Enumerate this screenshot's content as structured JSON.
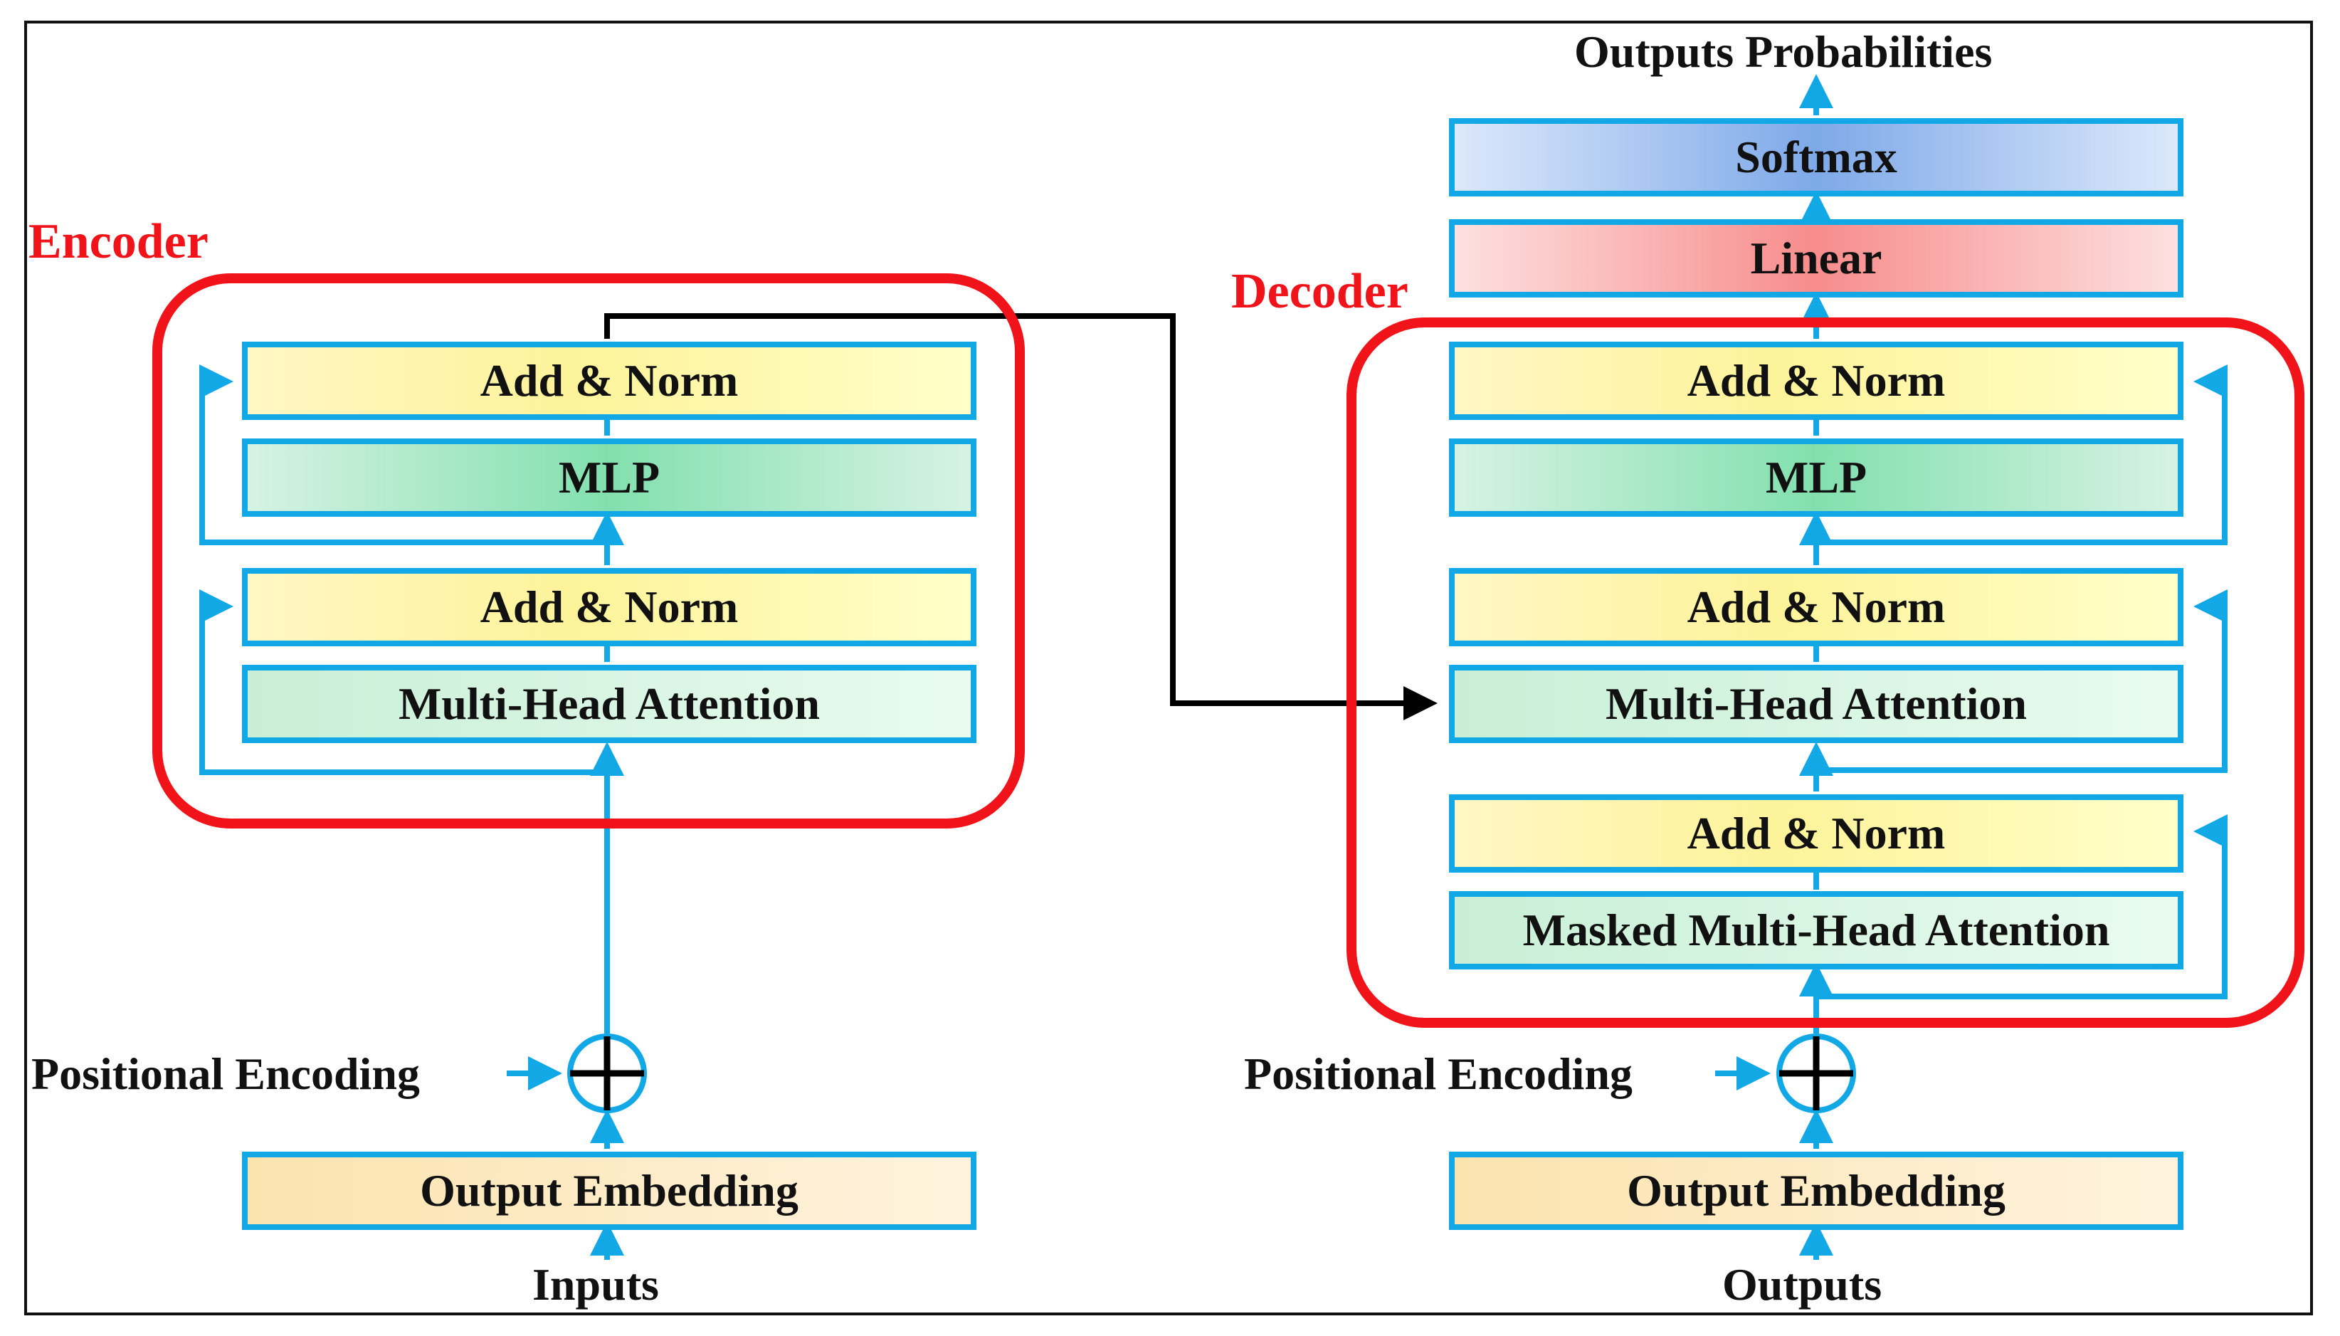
{
  "encoder": {
    "title": "Encoder",
    "add_norm_top": "Add & Norm",
    "mlp": "MLP",
    "add_norm_bottom": "Add & Norm",
    "attention": "Multi-Head Attention",
    "positional_encoding": "Positional Encoding",
    "embedding": "Output Embedding",
    "input": "Inputs"
  },
  "decoder": {
    "title": "Decoder",
    "output_probabilities": "Outputs Probabilities",
    "softmax": "Softmax",
    "linear": "Linear",
    "add_norm_top": "Add & Norm",
    "mlp": "MLP",
    "add_norm_middle": "Add & Norm",
    "cross_attention": "Multi-Head Attention",
    "add_norm_bottom": "Add & Norm",
    "masked_attention": "Masked Multi-Head Attention",
    "positional_encoding": "Positional Encoding",
    "embedding": "Output Embedding",
    "input": "Outputs"
  },
  "colors": {
    "arrow": "#12a8e6",
    "group_outline": "#f0141a",
    "cross_connection": "#000000"
  }
}
